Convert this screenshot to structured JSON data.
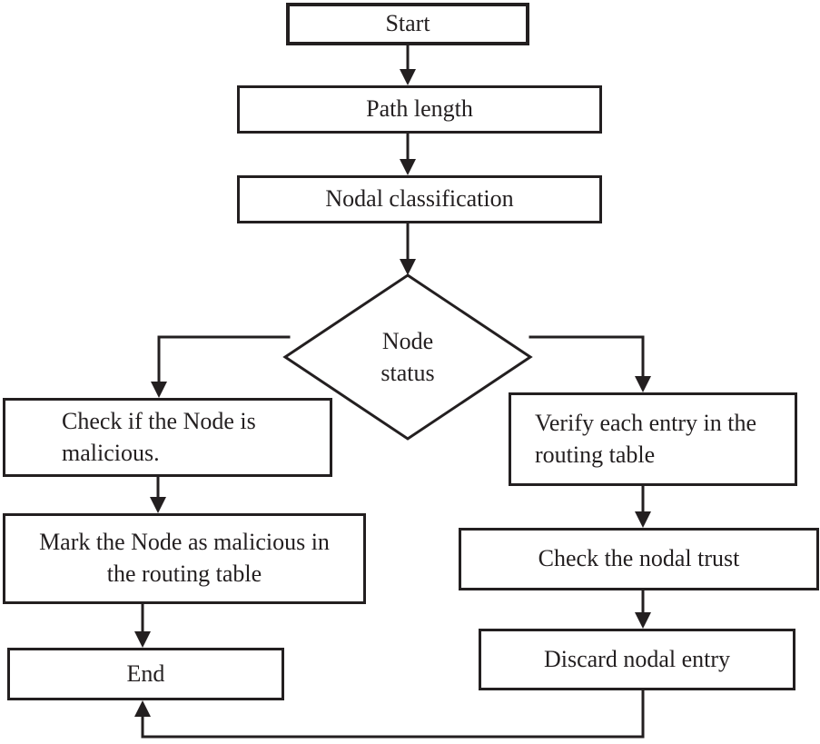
{
  "diagram": {
    "type": "flowchart",
    "background_color": "#ffffff",
    "line_color": "#231f20",
    "nodes": {
      "start": {
        "label": "Start",
        "shape": "rectangle"
      },
      "path_length": {
        "label": "Path length",
        "shape": "rectangle"
      },
      "nodal_classification": {
        "label": "Nodal classification",
        "shape": "rectangle"
      },
      "node_status": {
        "label": "Node\nstatus",
        "shape": "diamond"
      },
      "check_malicious": {
        "label": "Check if the Node is\nmalicious.",
        "shape": "rectangle"
      },
      "mark_malicious": {
        "label": "Mark the Node as malicious in\nthe routing table",
        "shape": "rectangle"
      },
      "end": {
        "label": "End",
        "shape": "rectangle"
      },
      "verify_entry": {
        "label": "Verify each entry in the\nrouting table",
        "shape": "rectangle"
      },
      "check_trust": {
        "label": "Check the nodal trust",
        "shape": "rectangle"
      },
      "discard_entry": {
        "label": "Discard nodal entry",
        "shape": "rectangle"
      }
    },
    "edges": [
      {
        "from": "start",
        "to": "path_length"
      },
      {
        "from": "path_length",
        "to": "nodal_classification"
      },
      {
        "from": "nodal_classification",
        "to": "node_status"
      },
      {
        "from": "node_status",
        "to": "check_malicious"
      },
      {
        "from": "node_status",
        "to": "verify_entry"
      },
      {
        "from": "check_malicious",
        "to": "mark_malicious"
      },
      {
        "from": "mark_malicious",
        "to": "end"
      },
      {
        "from": "verify_entry",
        "to": "check_trust"
      },
      {
        "from": "check_trust",
        "to": "discard_entry"
      },
      {
        "from": "discard_entry",
        "to": "end"
      }
    ]
  }
}
